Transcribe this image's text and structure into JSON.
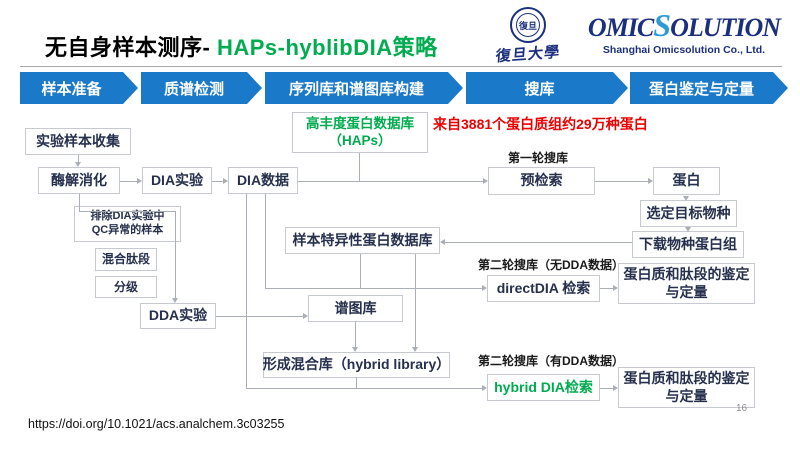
{
  "header": {
    "title_black": "无自身样本测序-",
    "title_green": " HAPs-hyblibDIA策略",
    "fudan_seal": "復旦",
    "fudan_name": "復旦大學",
    "omic_part1": "OMIC",
    "omic_s": "S",
    "omic_part2": "OLUTION",
    "omic_subtitle": "Shanghai Omicsolution Co., Ltd."
  },
  "banners": [
    {
      "label": "样本准备"
    },
    {
      "label": "质谱检测"
    },
    {
      "label": "序列库和谱图库构建"
    },
    {
      "label": "搜库"
    },
    {
      "label": "蛋白鉴定与定量"
    }
  ],
  "flow": {
    "sample_collection": "实验样本收集",
    "digestion": "酶解消化",
    "dia_experiment": "DIA实验",
    "dia_data": "DIA数据",
    "qc_exclusion_line1": "排除DIA实验中",
    "qc_exclusion_line2": "QC异常的样本",
    "mix_peptides": "混合肽段",
    "fractionation": "分级",
    "dda_experiment": "DDA实验",
    "haps_db_line1": "高丰度蛋白数据库",
    "haps_db_line2": "（HAPs）",
    "haps_note": "来自3881个蛋白质组约29万种蛋白",
    "round1_label": "第一轮搜库",
    "pre_search": "预检索",
    "protein": "蛋白",
    "select_species": "选定目标物种",
    "download_proteome": "下载物种蛋白组",
    "sample_specific_db": "样本特异性蛋白数据库",
    "round2_no_dda_label": "第二轮搜库（无DDA数据）",
    "directdia_search": "directDIA 检索",
    "id_quant_top_line1": "蛋白质和肽段的鉴定",
    "id_quant_top_line2": "与定量",
    "spectral_library": "谱图库",
    "hybrid_library": "形成混合库（hybrid library）",
    "round2_with_dda_label": "第二轮搜库（有DDA数据）",
    "hybrid_dia_search": "hybrid DIA检索",
    "id_quant_bottom_line1": "蛋白质和肽段的鉴定",
    "id_quant_bottom_line2": "与定量"
  },
  "footer": {
    "doi": "https://doi.org/10.1021/acs.analchem.3c03255",
    "page_number": "16"
  },
  "colors": {
    "banner_blue": "#1A79C8",
    "accent_green": "#00AC4F",
    "note_red": "#EC0000",
    "box_text_navy": "#26304D",
    "logo_navy": "#1B2F7E",
    "logo_light_blue": "#2E9BD6",
    "connector_gray": "#AAAEB6"
  }
}
